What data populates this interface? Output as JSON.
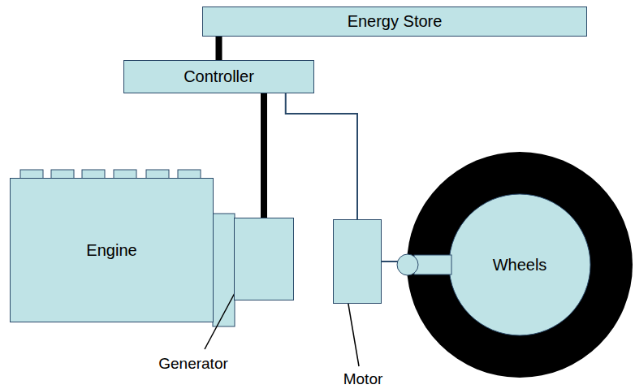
{
  "diagram": {
    "nodes": [
      {
        "text": [
          "Energy Store"
        ]
      },
      {
        "text": [
          "Controller"
        ]
      },
      {
        "text": [
          "Engine"
        ]
      },
      {
        "text": [
          "Generator"
        ]
      },
      {
        "text": [
          "Motor"
        ]
      },
      {
        "text": [
          "Wheels"
        ]
      }
    ],
    "edges": [
      {
        "from": 0,
        "to": 1,
        "arrow": "none"
      },
      {
        "from": 1,
        "to": 3,
        "arrow": "none"
      },
      {
        "from": 1,
        "to": 4,
        "arrow": "none"
      },
      {
        "from": 4,
        "to": 5,
        "arrow": "none"
      }
    ]
  }
}
